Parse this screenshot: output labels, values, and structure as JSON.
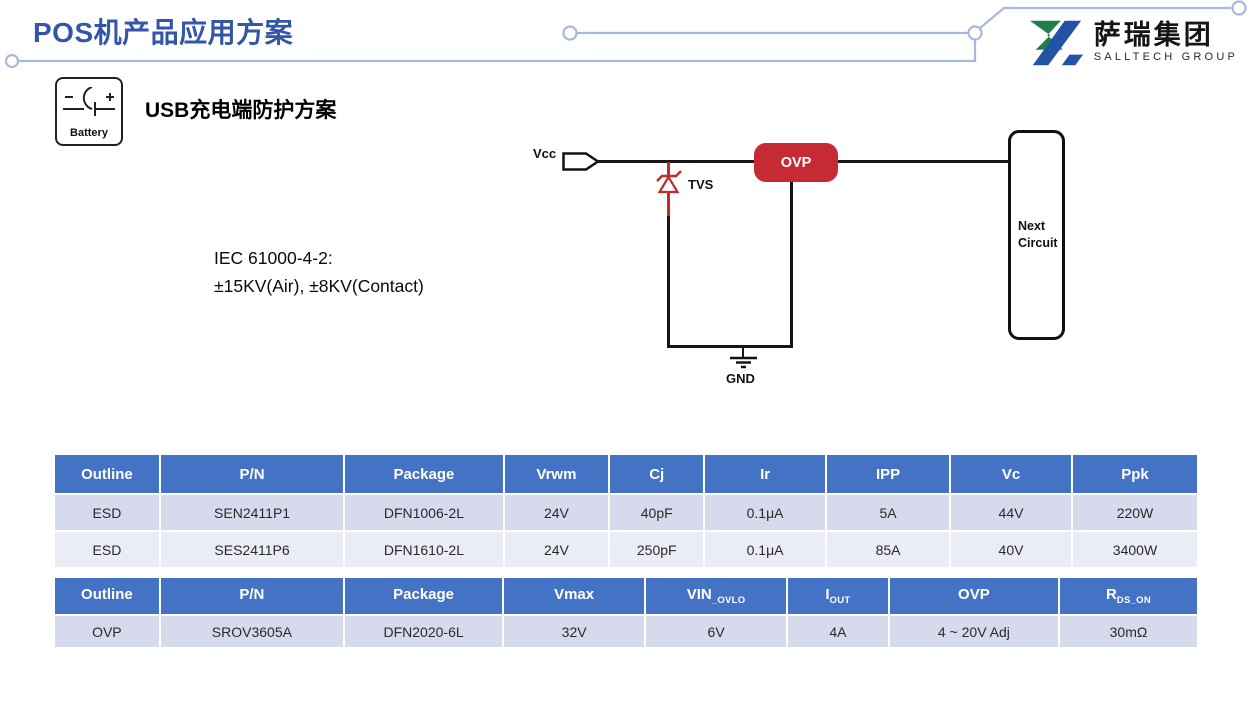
{
  "slide": {
    "title": "POS机产品应用方案",
    "subtitle": "USB充电端防护方案",
    "battery_label": "Battery",
    "iec_line1": "IEC 61000-4-2:",
    "iec_line2": "±15KV(Air), ±8KV(Contact)"
  },
  "logo": {
    "cn": "萨瑞集团",
    "en": "SALLTECH GROUP"
  },
  "circuit": {
    "vcc_label": "Vcc",
    "tvs_label": "TVS",
    "ovp_label": "OVP",
    "gnd_label": "GND",
    "next_line1": "Next",
    "next_line2": "Circuit"
  },
  "colors": {
    "title_blue": "#3456A8",
    "table_header_blue": "#4472C4",
    "row_dark": "#D6DAEC",
    "row_light": "#EAECF6",
    "ovp_red": "#C52A35",
    "tvs_red": "#C42A2E",
    "trace_blue": "#A9B8DA",
    "logo_green": "#1E8048",
    "logo_blue": "#2453A6"
  },
  "tables": {
    "esd": {
      "headers": [
        "Outline",
        "P/N",
        "Package",
        "Vrwm",
        "Cj",
        "Ir",
        "IPP",
        "Vc",
        "Ppk"
      ],
      "rows": [
        [
          "ESD",
          "SEN2411P1",
          "DFN1006-2L",
          "24V",
          "40pF",
          "0.1μA",
          "5A",
          "44V",
          "220W"
        ],
        [
          "ESD",
          "SES2411P6",
          "DFN1610-2L",
          "24V",
          "250pF",
          "0.1μA",
          "85A",
          "40V",
          "3400W"
        ]
      ]
    },
    "ovp": {
      "headers": [
        {
          "t": "Outline",
          "sub": ""
        },
        {
          "t": "P/N",
          "sub": ""
        },
        {
          "t": "Package",
          "sub": ""
        },
        {
          "t": "Vmax",
          "sub": ""
        },
        {
          "t": "VIN",
          "sub": "_OVLO"
        },
        {
          "t": "I",
          "sub": "OUT"
        },
        {
          "t": "OVP",
          "sub": ""
        },
        {
          "t": "R",
          "sub": "DS_ON"
        }
      ],
      "rows": [
        [
          "OVP",
          "SROV3605A",
          "DFN2020-6L",
          "32V",
          "6V",
          "4A",
          "4 ~ 20V Adj",
          "30mΩ"
        ]
      ]
    }
  }
}
